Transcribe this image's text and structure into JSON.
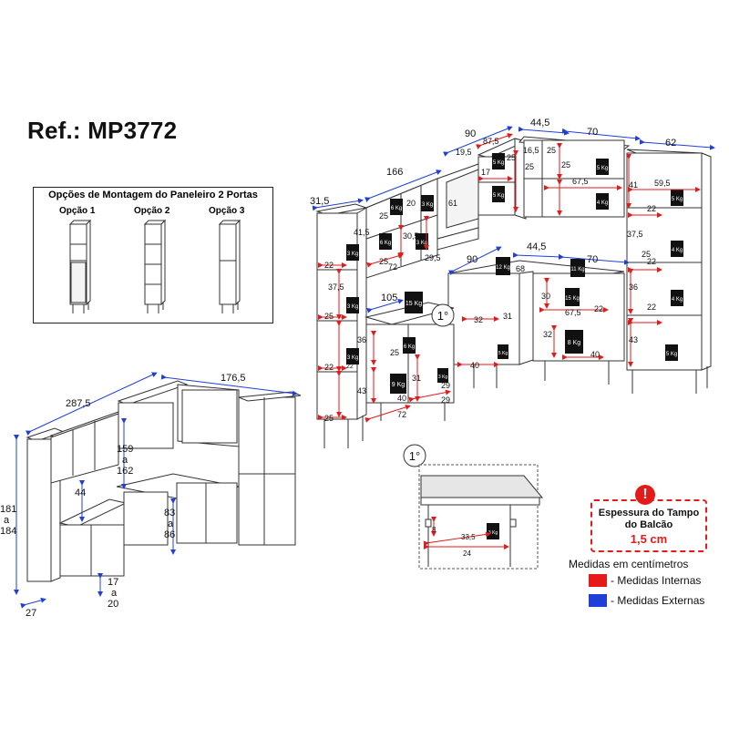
{
  "ref": "Ref.: MP3772",
  "options": {
    "title": "Opções de Montagem do Paneleiro 2 Portas",
    "labels": [
      "Opção 1",
      "Opção 2",
      "Opção 3"
    ]
  },
  "thickness": {
    "line1": "Espessura do Tampo",
    "line2": "do Balcão",
    "value": "1,5 cm"
  },
  "legend": {
    "title": "Medidas em centímetros",
    "internal": "- Medidas Internas",
    "external": "- Medidas Externas",
    "internal_color": "#e51a1a",
    "external_color": "#1f3fd6"
  },
  "detail_label": "1°",
  "weights": [
    "3 Kg",
    "3 Kg",
    "3 Kg",
    "6 Kg",
    "6 Kg",
    "3 Kg",
    "3 Kg",
    "5 Kg",
    "5 Kg",
    "5 Kg",
    "4 Kg",
    "12 Kg",
    "11 Kg",
    "15 Kg",
    "6 Kg",
    "9 Kg",
    "5 Kg",
    "8 Kg",
    "15 Kg",
    "3 Kg",
    "5 Kg",
    "4 Kg",
    "4 Kg",
    "5 Kg"
  ],
  "exploded_dims": [
    "31,5",
    "166",
    "90",
    "44,5",
    "70",
    "62",
    "87,5",
    "19,5",
    "16,5",
    "25",
    "25",
    "17",
    "25",
    "25",
    "67,5",
    "59,5",
    "41",
    "22",
    "41,5",
    "30,5",
    "29,5",
    "72",
    "61",
    "20",
    "25",
    "25",
    "22",
    "37,5",
    "22",
    "25",
    "22",
    "25",
    "105",
    "36",
    "31",
    "43",
    "25",
    "40",
    "72",
    "29",
    "29",
    "90",
    "44,5",
    "70",
    "68",
    "32",
    "30",
    "31",
    "67,5",
    "22",
    "32",
    "40",
    "40",
    "43",
    "36",
    "25",
    "22",
    "37,5",
    "22"
  ],
  "assembled_dims": [
    "287,5",
    "176,5",
    "159",
    "a",
    "162",
    "44",
    "83",
    "a",
    "86",
    "181",
    "a",
    "184",
    "17",
    "a",
    "20",
    "27"
  ],
  "detail_dims": [
    "8",
    "33,5",
    "24"
  ]
}
